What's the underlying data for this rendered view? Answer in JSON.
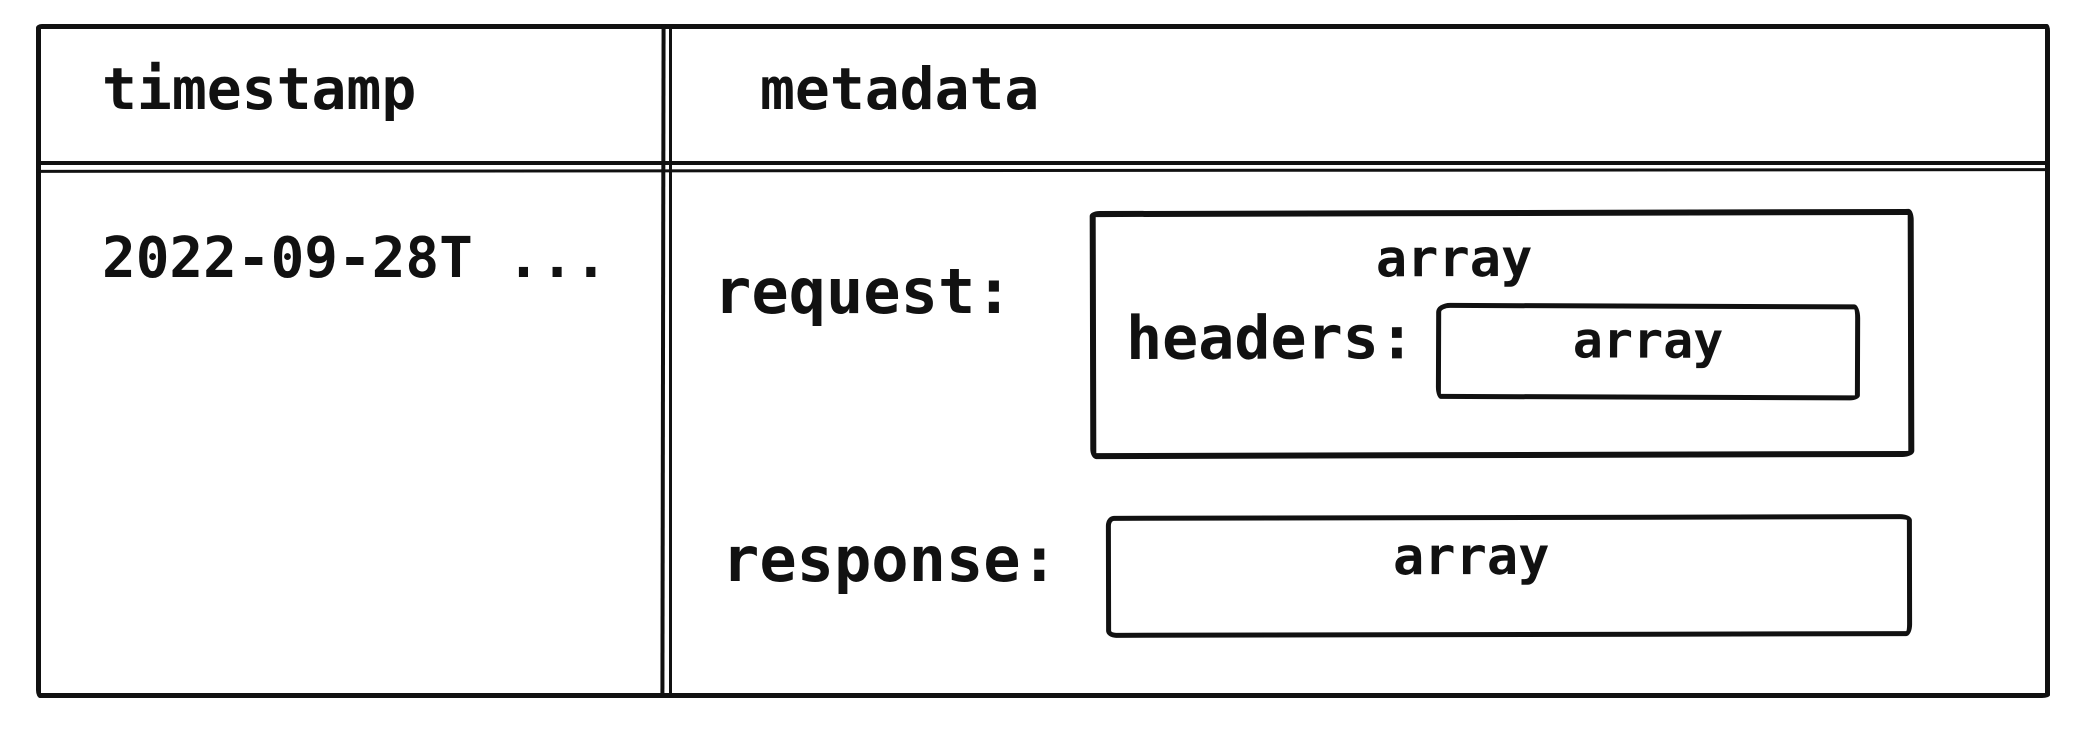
{
  "colors": {
    "stroke": "#111111",
    "background": "#ffffff"
  },
  "table": {
    "columns": [
      {
        "header": "timestamp"
      },
      {
        "header": "metadata"
      }
    ],
    "row": {
      "timestamp": "2022-09-28T ...",
      "metadata": {
        "request": {
          "label": "request:",
          "type": "array",
          "headers": {
            "label": "headers:",
            "type": "array"
          }
        },
        "response": {
          "label": "response:",
          "type": "array"
        }
      }
    }
  }
}
